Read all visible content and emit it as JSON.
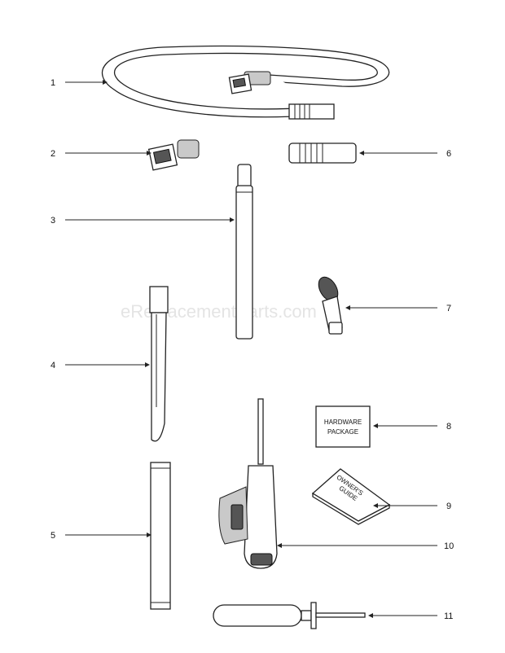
{
  "watermark": "eReplacementParts.com",
  "hardware_package": {
    "line1": "HARDWARE",
    "line2": "PACKAGE"
  },
  "owners_guide": {
    "line1": "OWNER'S",
    "line2": "GUIDE"
  },
  "callouts": [
    {
      "id": "1",
      "label": "1"
    },
    {
      "id": "2",
      "label": "2"
    },
    {
      "id": "3",
      "label": "3"
    },
    {
      "id": "4",
      "label": "4"
    },
    {
      "id": "5",
      "label": "5"
    },
    {
      "id": "6",
      "label": "6"
    },
    {
      "id": "7",
      "label": "7"
    },
    {
      "id": "8",
      "label": "8"
    },
    {
      "id": "9",
      "label": "9"
    },
    {
      "id": "10",
      "label": "10"
    },
    {
      "id": "11",
      "label": "11"
    }
  ]
}
